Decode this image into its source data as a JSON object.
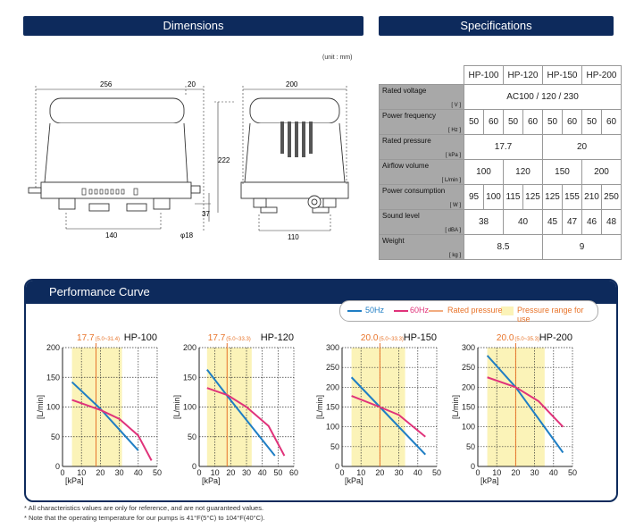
{
  "headers": {
    "dimensions": "Dimensions",
    "specifications": "Specifications"
  },
  "unit_note": "(unit : mm)",
  "dims": {
    "w256": "256",
    "w20": "20",
    "w200": "200",
    "h222": "222",
    "h37": "37",
    "w140": "140",
    "phi18": "φ18",
    "w110": "110"
  },
  "spec": {
    "models": [
      "HP-100",
      "HP-120",
      "HP-150",
      "HP-200"
    ],
    "rows": [
      {
        "label": "Rated voltage",
        "unit": "[ V ]"
      },
      {
        "label": "Power frequency",
        "unit": "[ Hz ]"
      },
      {
        "label": "Rated pressure",
        "unit": "[ kPa ]"
      },
      {
        "label": "Airflow volume",
        "unit": "[ L/min ]"
      },
      {
        "label": "Power consumption",
        "unit": "[ W ]"
      },
      {
        "label": "Sound level",
        "unit": "[ dBA ]"
      },
      {
        "label": "Weight",
        "unit": "[ kg ]"
      }
    ],
    "voltage": "AC100 / 120 / 230",
    "freq": [
      "50",
      "60",
      "50",
      "60",
      "50",
      "60",
      "50",
      "60"
    ],
    "pressure": [
      "17.7",
      "20"
    ],
    "airflow": [
      "100",
      "120",
      "150",
      "200"
    ],
    "power": [
      "95",
      "100",
      "115",
      "125",
      "125",
      "155",
      "210",
      "250"
    ],
    "sound": [
      "38",
      "40",
      "45",
      "47",
      "46",
      "48"
    ],
    "weight": [
      "8.5",
      "9"
    ]
  },
  "performance_title": "Performance Curve",
  "legend": {
    "hz50": "50Hz",
    "hz60": "60Hz",
    "rated": "Rated pressure",
    "range": "Pressure range for use"
  },
  "colors": {
    "navy": "#0d2a5c",
    "hz50": "#1f7ec4",
    "hz60": "#e0337a",
    "rated": "#e8742a",
    "range": "#fbf3b8"
  },
  "chart_data": [
    {
      "type": "line",
      "title": "HP-100",
      "rated": "17.7",
      "range_label": "(5.0~31.4)",
      "xlabel": "[kPa]",
      "ylabel": "[L/min]",
      "xlim": [
        0,
        50
      ],
      "ylim": [
        0,
        200
      ],
      "xticks": [
        0,
        10,
        20,
        30,
        40,
        50
      ],
      "yticks": [
        0,
        50,
        100,
        150,
        200
      ],
      "rated_x": 17.7,
      "range": [
        5.0,
        31.4
      ],
      "series": [
        {
          "name": "50Hz",
          "x": [
            5,
            20,
            40
          ],
          "y": [
            142,
            97,
            27
          ]
        },
        {
          "name": "60Hz",
          "x": [
            5,
            20,
            30,
            40,
            47
          ],
          "y": [
            112,
            95,
            80,
            52,
            10
          ]
        }
      ]
    },
    {
      "type": "line",
      "title": "HP-120",
      "rated": "17.7",
      "range_label": "(5.0~33.3)",
      "xlabel": "[kPa]",
      "ylabel": "[L/min]",
      "xlim": [
        0,
        60
      ],
      "ylim": [
        0,
        200
      ],
      "xticks": [
        0,
        10,
        20,
        30,
        40,
        50,
        60
      ],
      "yticks": [
        0,
        50,
        100,
        150,
        200
      ],
      "rated_x": 17.7,
      "range": [
        5.0,
        33.3
      ],
      "series": [
        {
          "name": "50Hz",
          "x": [
            5,
            18,
            48
          ],
          "y": [
            163,
            118,
            18
          ]
        },
        {
          "name": "60Hz",
          "x": [
            5,
            18,
            30,
            44,
            54
          ],
          "y": [
            132,
            120,
            100,
            68,
            18
          ]
        }
      ]
    },
    {
      "type": "line",
      "title": "HP-150",
      "rated": "20.0",
      "range_label": "(5.0~33.3)",
      "xlabel": "[kPa]",
      "ylabel": "[L/min]",
      "xlim": [
        0,
        50
      ],
      "ylim": [
        0,
        300
      ],
      "xticks": [
        0,
        10,
        20,
        30,
        40,
        50
      ],
      "yticks": [
        0,
        50,
        100,
        150,
        200,
        250,
        300
      ],
      "rated_x": 20,
      "range": [
        5.0,
        33.3
      ],
      "series": [
        {
          "name": "50Hz",
          "x": [
            5,
            20,
            44
          ],
          "y": [
            225,
            150,
            30
          ]
        },
        {
          "name": "60Hz",
          "x": [
            5,
            20,
            30,
            44
          ],
          "y": [
            178,
            150,
            130,
            75
          ]
        }
      ]
    },
    {
      "type": "line",
      "title": "HP-200",
      "rated": "20.0",
      "range_label": "(5.0~35.3)",
      "xlabel": "[kPa]",
      "ylabel": "[L/min]",
      "xlim": [
        0,
        50
      ],
      "ylim": [
        0,
        300
      ],
      "xticks": [
        0,
        10,
        20,
        30,
        40,
        50
      ],
      "yticks": [
        0,
        50,
        100,
        150,
        200,
        250,
        300
      ],
      "rated_x": 20,
      "range": [
        5.0,
        35.3
      ],
      "series": [
        {
          "name": "50Hz",
          "x": [
            5,
            20,
            45
          ],
          "y": [
            280,
            200,
            35
          ]
        },
        {
          "name": "60Hz",
          "x": [
            5,
            20,
            32,
            45
          ],
          "y": [
            225,
            200,
            165,
            100
          ]
        }
      ]
    }
  ],
  "notes": [
    "* All characteristics values are only for reference, and are not guaranteed values.",
    "* Note that the operating temperature for our pumps is 41°F(5°C) to 104°F(40°C)."
  ]
}
